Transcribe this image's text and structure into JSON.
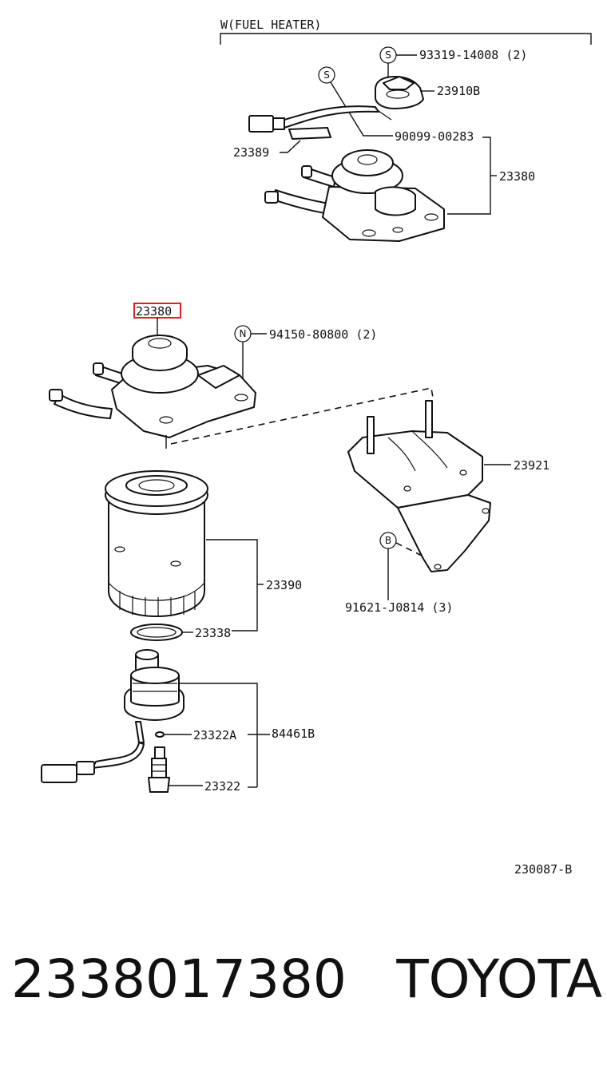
{
  "header": {
    "variant_label": "W(FUEL HEATER)"
  },
  "symbols": {
    "s": "S",
    "n": "N",
    "b": "B"
  },
  "callouts": {
    "screw_93319": "93319-14008 (2)",
    "heater_23910B": "23910B",
    "screw_90099": "90099-00283",
    "wire_23389": "23389",
    "assy_upper_23380": "23380",
    "assy_lower_23380": "23380",
    "nut_94150": "94150-80800 (2)",
    "bracket_23921": "23921",
    "bolt_91621": "91621-J0814 (3)",
    "filter_23390": "23390",
    "gasket_23338": "23338",
    "o_ring_23322A": "23322A",
    "sensor_set_84461B": "84461B",
    "switch_23322": "23322"
  },
  "diagram_code": "230087-B",
  "footer": {
    "part_number": "2338017380",
    "brand": "TOYOTA"
  },
  "colors": {
    "highlight": "#e02020",
    "ink": "#111111"
  }
}
